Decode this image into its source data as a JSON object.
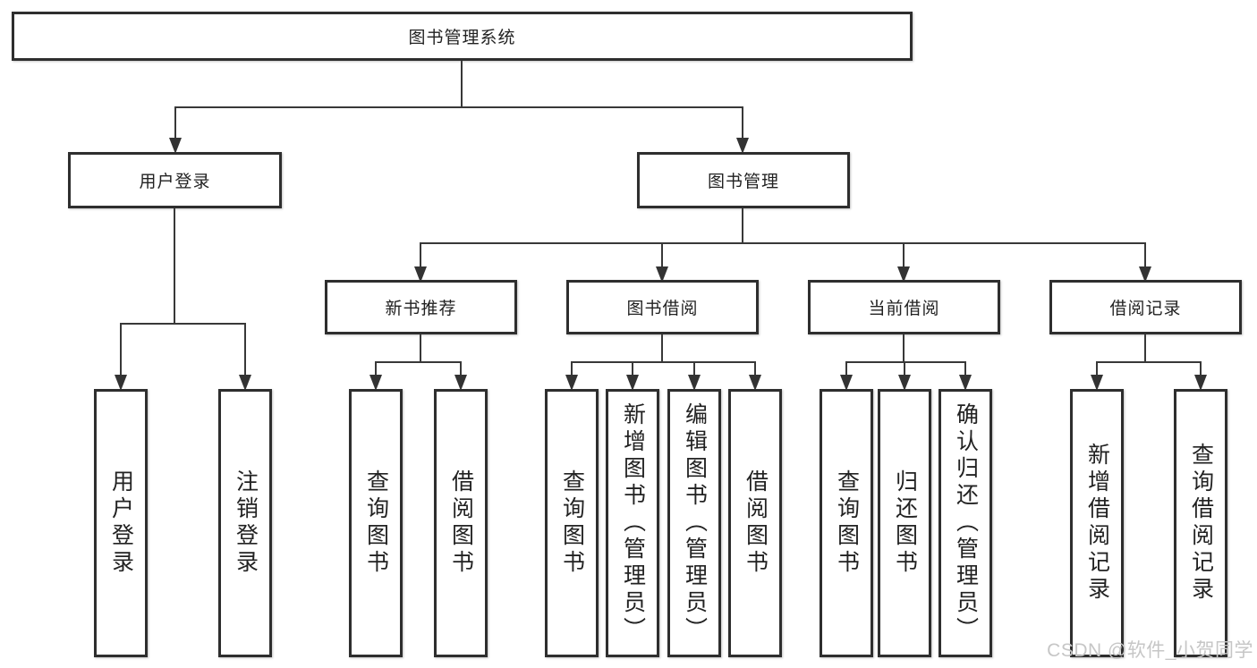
{
  "tree": {
    "root": "图书管理系统",
    "children": [
      {
        "label": "用户登录",
        "children": [
          "用户登录",
          "注销登录"
        ]
      },
      {
        "label": "图书管理",
        "children": [
          {
            "label": "新书推荐",
            "children": [
              "查询图书",
              "借阅图书"
            ]
          },
          {
            "label": "图书借阅",
            "children": [
              "查询图书",
              "新增图书（管理员）",
              "编辑图书（管理员）",
              "借阅图书"
            ]
          },
          {
            "label": "当前借阅",
            "children": [
              "查询图书",
              "归还图书",
              "确认归还（管理员）"
            ]
          },
          {
            "label": "借阅记录",
            "children": [
              "新增借阅记录",
              "查询借阅记录"
            ]
          }
        ]
      }
    ]
  },
  "watermark": {
    "text": "CSDN @软件_小贺同学"
  },
  "colors": {
    "line": "#383838",
    "box_border": "#2e2e2e",
    "text": "#222222",
    "watermark": "#c6c6c6",
    "background": "#ffffff"
  }
}
